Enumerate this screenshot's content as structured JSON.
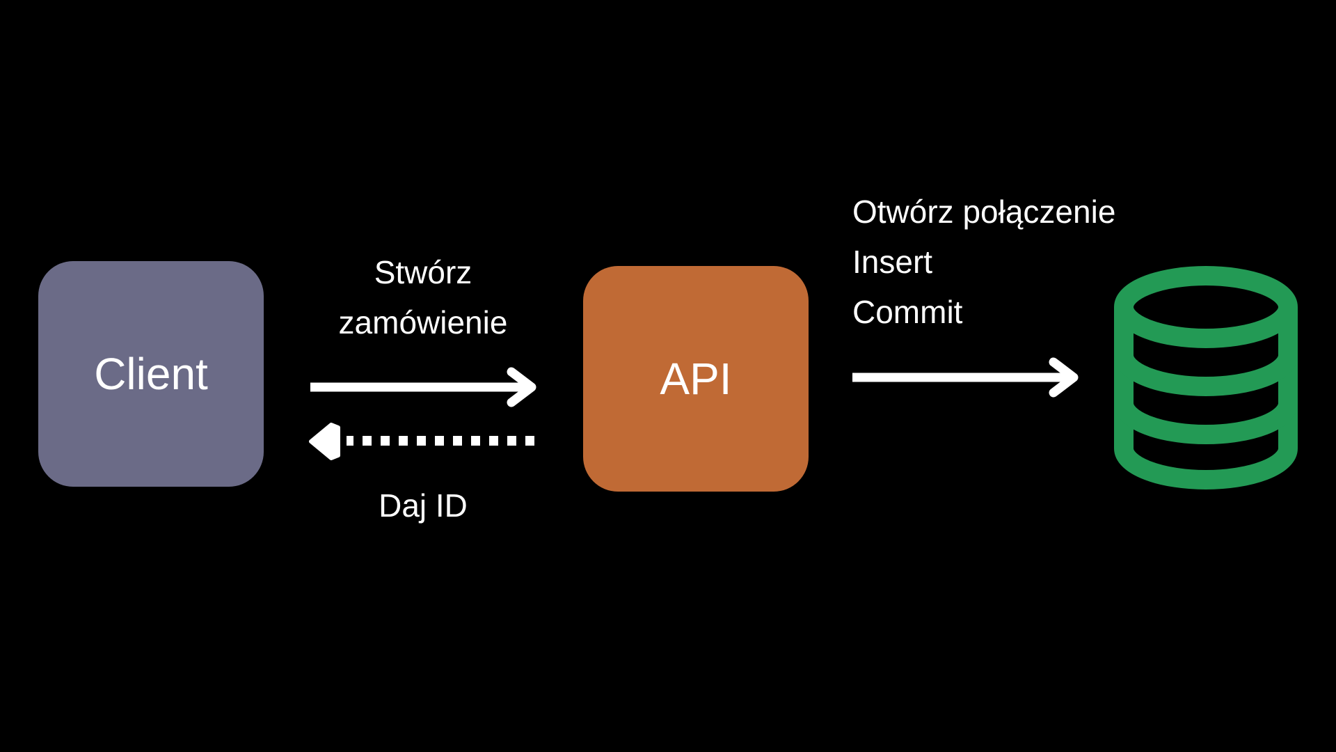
{
  "nodes": {
    "client": {
      "label": "Client",
      "color": "#6b6b87"
    },
    "api": {
      "label": "API",
      "color": "#c06a35"
    },
    "database": {
      "icon": "database-icon",
      "color": "#239a55"
    }
  },
  "edges": {
    "request": {
      "line1": "Stwórz",
      "line2": "zamówienie",
      "style": "solid"
    },
    "response": {
      "label": "Daj ID",
      "style": "dotted"
    },
    "db_call": {
      "steps": [
        "Otwórz połączenie",
        "Insert",
        "Commit"
      ],
      "style": "solid"
    }
  },
  "colors": {
    "background": "#000000",
    "arrow": "#ffffff"
  }
}
